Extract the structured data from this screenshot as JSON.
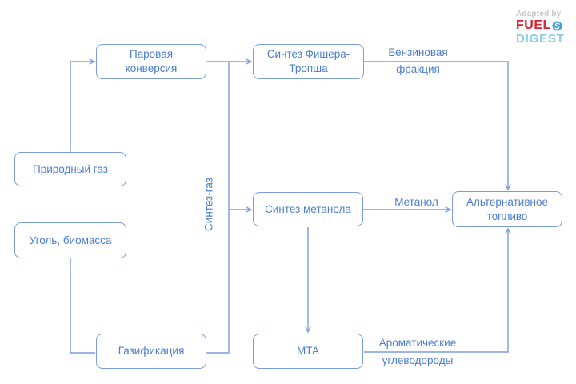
{
  "colors": {
    "line": "#7b9cdd",
    "box_border": "#7b9cdd",
    "box_text": "#4a7dd0",
    "logo_red": "#d2232e",
    "logo_light_blue": "#8dc9ea",
    "logo_gray": "#c6c6c8",
    "logo_icon_blue": "#44a0d9"
  },
  "logo": {
    "adapted_by": "Adapted by",
    "fuel": "FUEL",
    "digest": "DIGEST",
    "icon": "swirl-icon"
  },
  "nodes": {
    "steam_reforming": {
      "label": "Паровая\nконверсия"
    },
    "fischer_tropsch": {
      "label": "Синтез Фишера-\nТропша"
    },
    "natural_gas": {
      "label": "Природный газ"
    },
    "coal_biomass": {
      "label": "Уголь, биомасса"
    },
    "methanol_synthesis": {
      "label": "Синтез метанола"
    },
    "gasification": {
      "label": "Газификация"
    },
    "mta": {
      "label": "МТА"
    },
    "alternative_fuel": {
      "label": "Альтернативное\nтопливо"
    }
  },
  "edge_labels": {
    "syngas": "Синтез-газ",
    "gasoline_fraction": "Бензиновая\nфракция",
    "methanol": "Метанол",
    "aromatics": "Ароматические\nуглеводороды"
  }
}
